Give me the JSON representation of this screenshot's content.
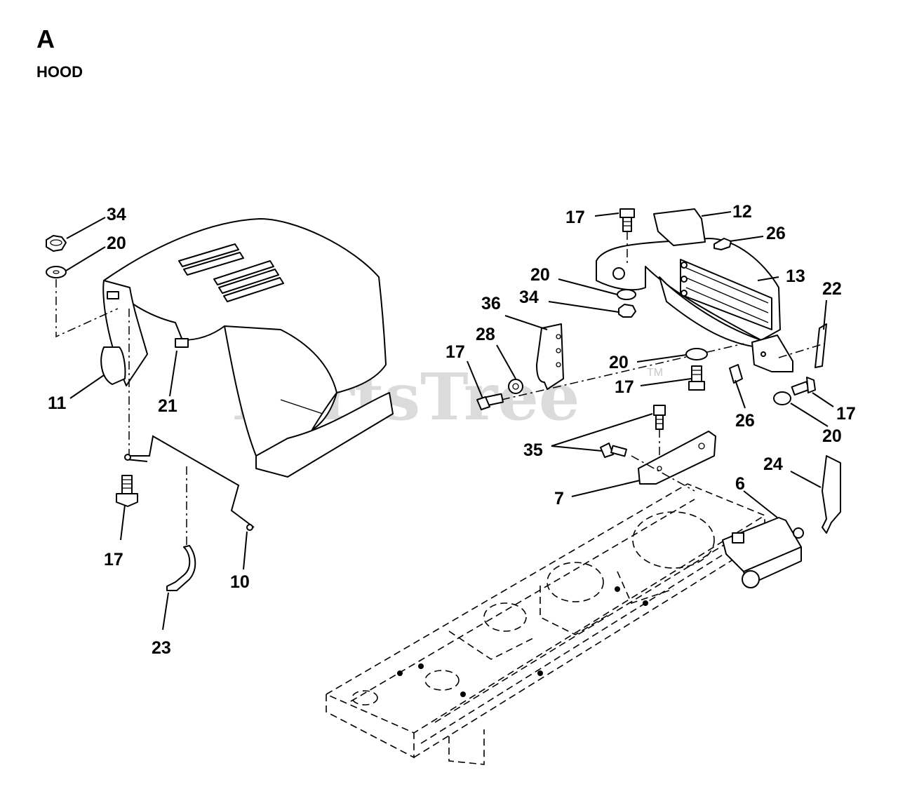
{
  "header": {
    "section_letter": "A",
    "section_title": "HOOD"
  },
  "watermark": {
    "text": "PartsTree",
    "trademark": "TM"
  },
  "callouts": [
    {
      "id": "label-34-left",
      "text": "34"
    },
    {
      "id": "label-20-left",
      "text": "20"
    },
    {
      "id": "label-11",
      "text": "11"
    },
    {
      "id": "label-21",
      "text": "21"
    },
    {
      "id": "label-17-left",
      "text": "17"
    },
    {
      "id": "label-10",
      "text": "10"
    },
    {
      "id": "label-23",
      "text": "23"
    },
    {
      "id": "label-17-top",
      "text": "17"
    },
    {
      "id": "label-12",
      "text": "12"
    },
    {
      "id": "label-26-top",
      "text": "26"
    },
    {
      "id": "label-13",
      "text": "13"
    },
    {
      "id": "label-20-mid",
      "text": "20"
    },
    {
      "id": "label-34-mid",
      "text": "34"
    },
    {
      "id": "label-36",
      "text": "36"
    },
    {
      "id": "label-28",
      "text": "28"
    },
    {
      "id": "label-17-mid",
      "text": "17"
    },
    {
      "id": "label-22",
      "text": "22"
    },
    {
      "id": "label-20-center",
      "text": "20"
    },
    {
      "id": "label-17-center",
      "text": "17"
    },
    {
      "id": "label-26-bottom",
      "text": "26"
    },
    {
      "id": "label-17-right",
      "text": "17"
    },
    {
      "id": "label-20-right",
      "text": "20"
    },
    {
      "id": "label-35",
      "text": "35"
    },
    {
      "id": "label-24",
      "text": "24"
    },
    {
      "id": "label-6",
      "text": "6"
    },
    {
      "id": "label-7",
      "text": "7"
    }
  ]
}
